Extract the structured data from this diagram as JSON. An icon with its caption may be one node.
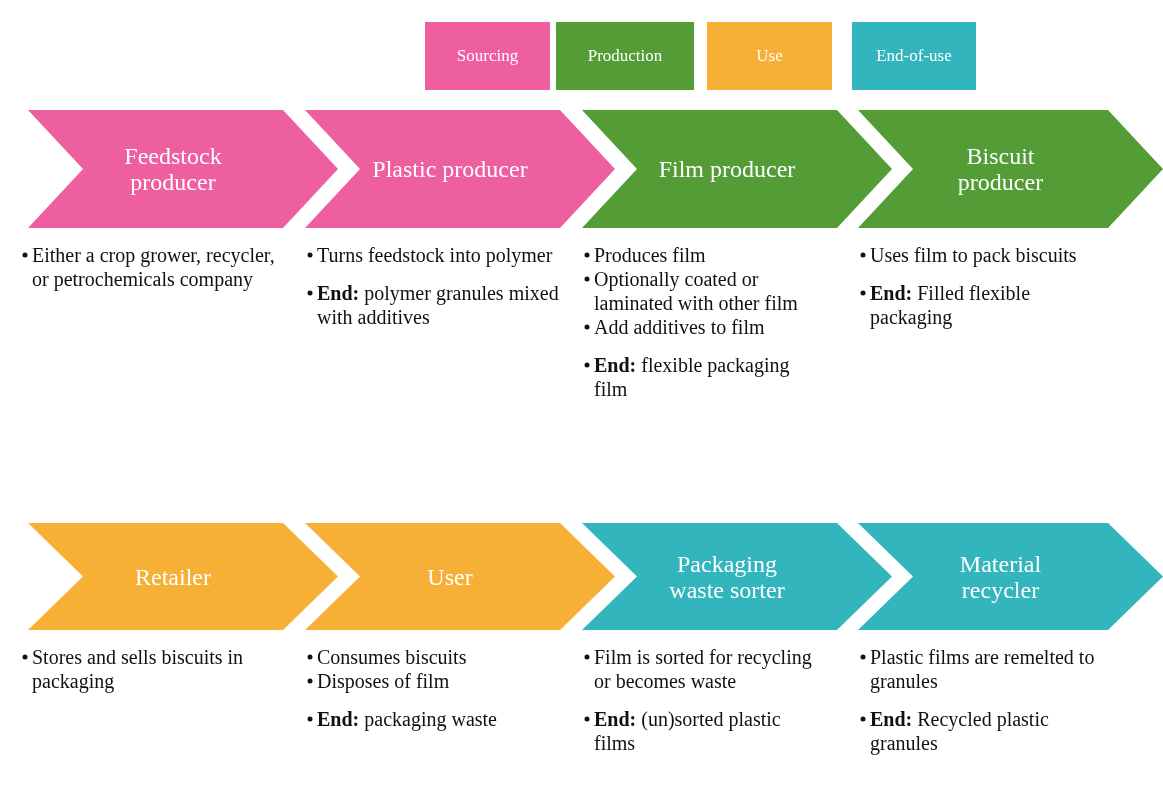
{
  "diagram": {
    "nodes": [
      {
        "text": [
          "Feedstock producer"
        ],
        "beside": [
          "Either a crop grower, recycler, or petrochemicals company"
        ]
      },
      {
        "text": [
          "Plastic producer"
        ],
        "beside": [
          "Turns feedstock into polymer",
          "**End:** polymer granules mixed with additives"
        ]
      },
      {
        "text": [
          "Film producer"
        ],
        "beside": [
          "Produces film",
          "Optionally coated or laminated with other film",
          "Add additives to film",
          "**End:** flexible packaging film"
        ]
      },
      {
        "text": [
          "Biscuit producer"
        ],
        "beside": [
          "Uses film to pack biscuits",
          "**End:** Filled flexible packaging"
        ]
      },
      {
        "text": [
          "Retailer"
        ],
        "beside": [
          "Stores and sells biscuits in packaging"
        ]
      },
      {
        "text": [
          "User"
        ],
        "beside": [
          "Consumes biscuits",
          "Disposes of film",
          "**End:** packaging waste"
        ]
      },
      {
        "text": [
          "Packaging waste sorter"
        ],
        "beside": [
          "Film is sorted for recycling or becomes waste",
          "**End:** (un)sorted plastic films"
        ]
      },
      {
        "text": [
          "Material recycler"
        ],
        "beside": [
          "Plastic films are remelted to granules",
          "**End:** Recycled plastic granules"
        ]
      }
    ],
    "legend": [
      {
        "text": "Sourcing",
        "color": "#ee5fa0"
      },
      {
        "text": "Production",
        "color": "#549c36"
      },
      {
        "text": "Use",
        "color": "#f7b036"
      },
      {
        "text": "End-of-use",
        "color": "#33b5bd"
      }
    ]
  }
}
